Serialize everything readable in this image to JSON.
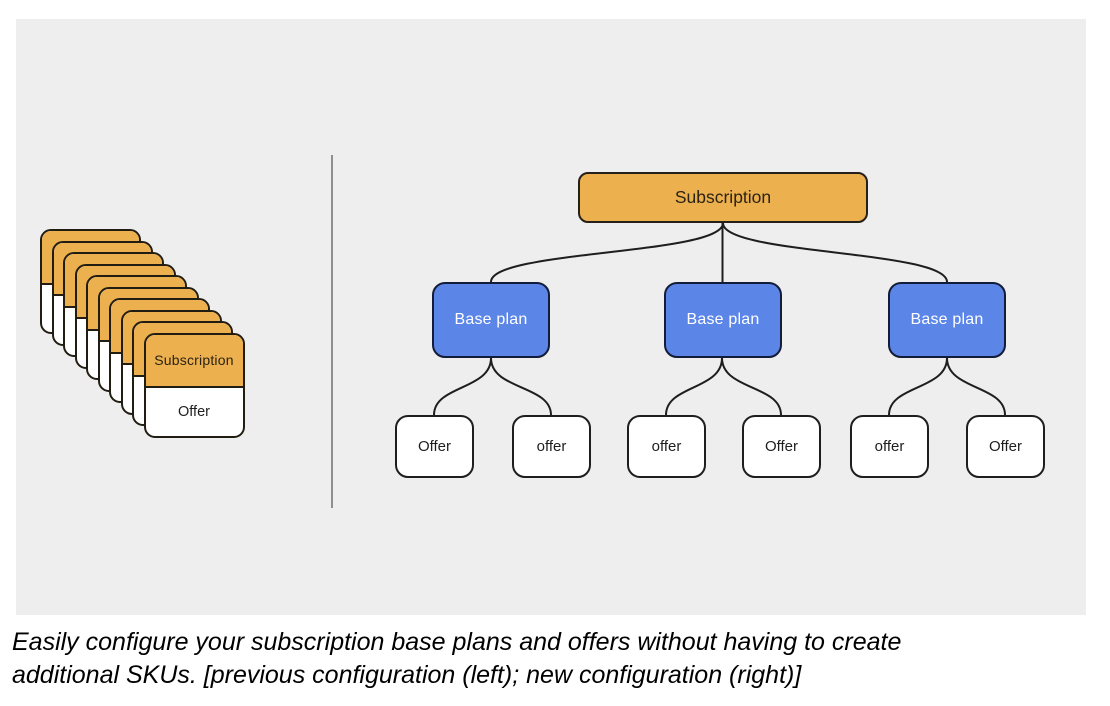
{
  "figure": {
    "previous_config": {
      "card_count": 10,
      "card_top_label": "Subscription",
      "card_bottom_label": "Offer"
    },
    "new_config": {
      "root_label": "Subscription",
      "base_plan_labels": [
        "Base plan",
        "Base plan",
        "Base plan"
      ],
      "offer_labels": [
        "Offer",
        "offer",
        "offer",
        "Offer",
        "offer",
        "Offer"
      ]
    },
    "caption": {
      "line1": "Easily configure your subscription base plans and offers without having to create",
      "line2": "additional SKUs. [previous configuration (left); new configuration (right)]"
    },
    "colors": {
      "subscription_orange": "#EDB04F",
      "base_plan_blue": "#5B86E8",
      "panel_background": "#EEEEEE",
      "connector_line": "#1E1E1E",
      "divider_gray": "#8E8E8E",
      "dark_text": "#2B2313",
      "base_plan_text": "#FFFFFF"
    }
  }
}
